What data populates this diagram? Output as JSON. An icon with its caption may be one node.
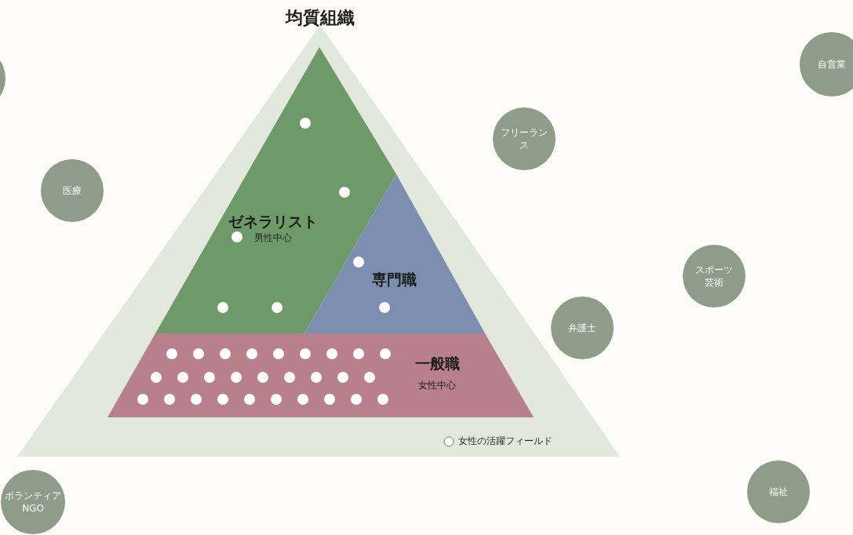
{
  "diagram": {
    "title": "均質組織",
    "nodes": [
      {
        "text": [],
        "shape": "circle"
      },
      {
        "text": [
          "ゼネラリスト",
          "男性中心"
        ]
      },
      {
        "text": [
          "自営業"
        ]
      },
      {
        "text": [
          "フリーランス"
        ]
      },
      {
        "text": [
          "医療"
        ]
      },
      {
        "text": [
          "専門職"
        ]
      },
      {
        "text": [
          "スポーツ芸術"
        ]
      },
      {
        "text": [
          "弁護士"
        ]
      },
      {
        "text": [
          "一般職",
          "女性中心"
        ]
      },
      {
        "text": [
          "ボランティアNGO"
        ]
      },
      {
        "text": [
          "福祉"
        ]
      }
    ],
    "legend": [
      {
        "text": "女性の活躍フィールド"
      }
    ]
  }
}
